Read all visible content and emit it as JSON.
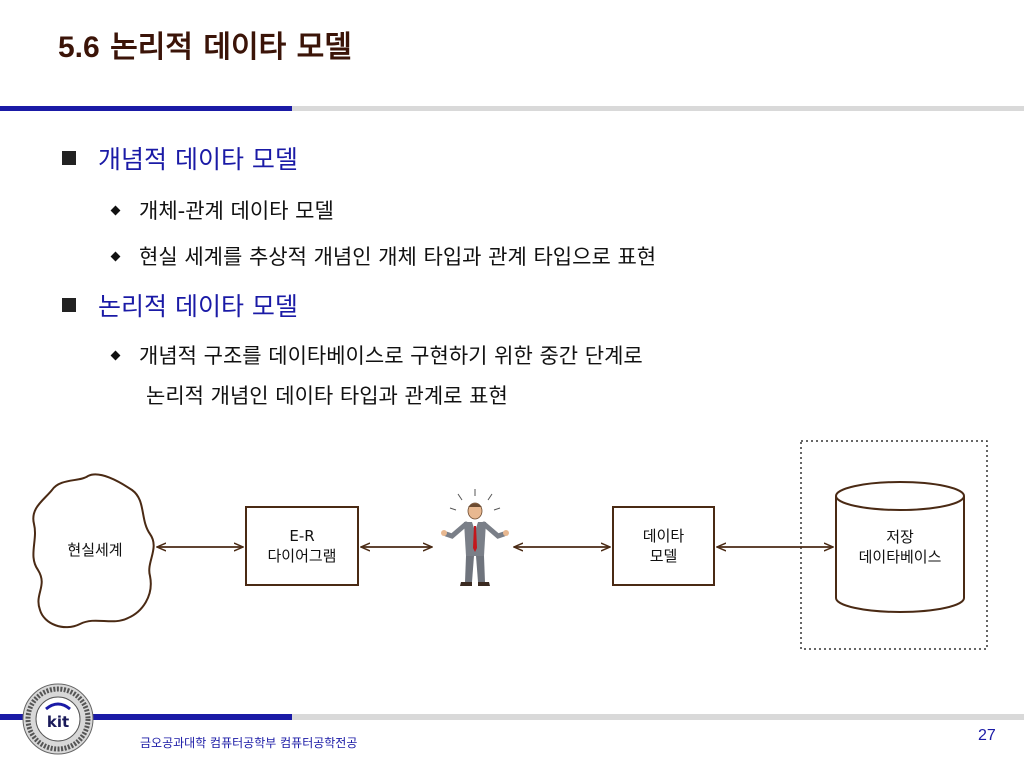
{
  "header": {
    "number": "5.6",
    "title": "논리적 데이타 모델"
  },
  "bullets": [
    {
      "label": "개념적 데이타 모델",
      "subs": [
        "개체-관계 데이타 모델",
        "현실 세계를 추상적 개념인 개체 타입과 관계 타입으로 표현"
      ]
    },
    {
      "label": "논리적 데이타 모델",
      "subs": [
        "개념적 구조를 데이타베이스로 구현하기 위한 중간 단계로",
        "논리적 개념인 데이타 타입과 관계로 표현"
      ]
    }
  ],
  "diagram": {
    "real_world": "현실세계",
    "er_line1": "E-R",
    "er_line2": "다이어그램",
    "model_line1": "데이타",
    "model_line2": "모델",
    "db_line1": "저장",
    "db_line2": "데이타베이스"
  },
  "footer": {
    "text": "금오공과대학 컴퓨터공학부 컴퓨터공학전공",
    "page": "27",
    "logo_text": "kit"
  },
  "colors": {
    "title": "#3b1408",
    "accent_blue": "#1a1aa6",
    "diagram_line": "#4a2a14"
  }
}
